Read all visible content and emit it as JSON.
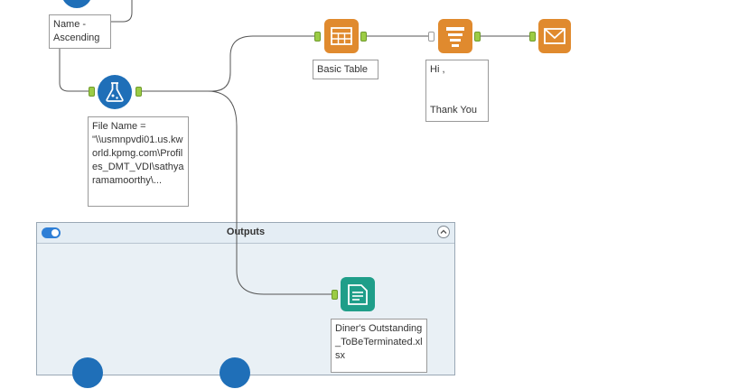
{
  "canvas": {
    "tools": [
      {
        "id": "sort",
        "icon": "sort-icon",
        "color": "#1f6fb8"
      },
      {
        "id": "directory",
        "icon": "flask-icon",
        "color": "#1f6fb8"
      },
      {
        "id": "table",
        "icon": "table-icon",
        "color": "#e08a2e"
      },
      {
        "id": "layout",
        "icon": "layout-icon",
        "color": "#e08a2e"
      },
      {
        "id": "email",
        "icon": "envelope-icon",
        "color": "#e08a2e"
      },
      {
        "id": "output",
        "icon": "output-icon",
        "color": "#1f9e89"
      }
    ],
    "annotations": {
      "sort": "Name -\nAscending",
      "directory": "File Name =\n\"\\\\usmnpvdi01.us.kworld.kpmg.com\\Profiles_DMT_VDI\\sathyaramamoorthy\\...",
      "table": "Basic Table",
      "layout": "Hi ,\n\n\nThank You",
      "output": "Diner's Outstanding_ToBeTerminated.xlsx"
    }
  },
  "container": {
    "title": "Outputs",
    "enabled": true
  },
  "colors": {
    "anchor": "#9ccc45",
    "wire": "#555555",
    "container_bg": "#e9f0f5"
  }
}
